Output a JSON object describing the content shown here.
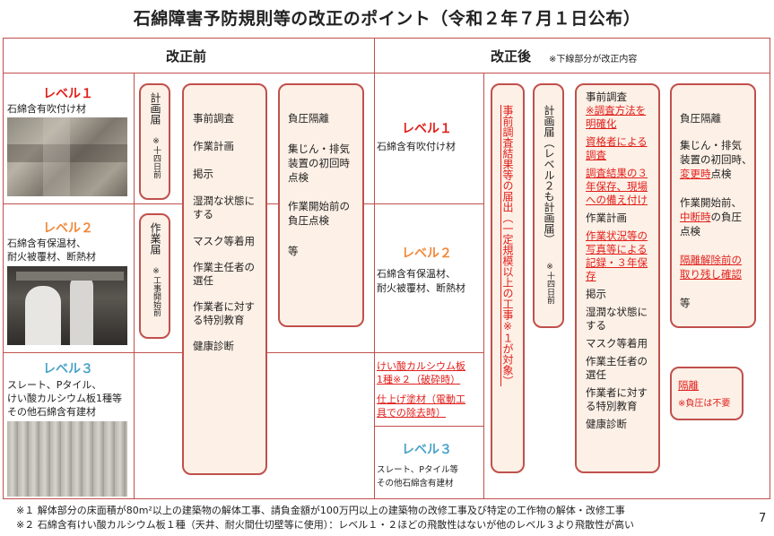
{
  "title": "石綿障害予防規則等の改正のポイント（令和２年７月１日公布）",
  "before": {
    "header": "改正前",
    "levels": [
      {
        "label": "レベル１",
        "color": "#e0201c",
        "materials": [
          "石綿含有吹付け材"
        ]
      },
      {
        "label": "レベル２",
        "color": "#f08a3c",
        "materials": [
          "石綿含有保温材、",
          "耐火被覆材、断熱材"
        ]
      },
      {
        "label": "レベル３",
        "color": "#4aa3c8",
        "materials": [
          "スレート、Pタイル、",
          "けい酸カルシウム板1種等",
          "その他石綿含有建材"
        ]
      }
    ],
    "plan_notice": {
      "title": "計画届",
      "note": "※十四日前"
    },
    "work_notice": {
      "title": "作業届",
      "note": "※工事開始前"
    },
    "measures": [
      "事前調査",
      "作業計画",
      "掲示",
      "湿潤な状態にする",
      "マスク等着用",
      "作業主任者の選任",
      "作業者に対する特別教育",
      "健康診断"
    ],
    "measures_lines": [
      "事前調査",
      "作業計画",
      "掲示",
      "湿潤な状態に",
      "する",
      "マスク等着用",
      "作業主任者の",
      "選任",
      "作業者に対す",
      "る特別教育",
      "健康診断"
    ],
    "isolation": [
      "負圧隔離",
      "集じん・排気",
      "装置の初回時",
      "点検",
      "作業開始前の",
      "負圧点検",
      "等"
    ]
  },
  "after": {
    "header": "改正後",
    "header_note": "※下線部分が改正内容",
    "levels": [
      {
        "label": "レベル１",
        "color": "#e0201c",
        "materials": [
          "石綿含有吹付け材"
        ]
      },
      {
        "label": "レベル２",
        "color": "#f08a3c",
        "materials": [
          "石綿含有保温材、",
          "耐火被覆材、断熱材"
        ]
      },
      {
        "label": "レベル３",
        "color": "#4aa3c8",
        "materials": [
          "スレート、Pタイル等",
          "その他石綿含有建材"
        ]
      }
    ],
    "level3_new": [
      "けい酸カルシウム板",
      "1種※２（破砕時）",
      "仕上げ塗材（電動工",
      "具での除去時）"
    ],
    "survey_report": "事前調査結果等の届出（一定規模以上の工事※１が対象）",
    "plan_notice": {
      "title": "計画届（レベル２も計画届）",
      "note": "※十四日前"
    },
    "measures": [
      {
        "text": "事前調査",
        "red": false
      },
      {
        "text": "※調査方法を",
        "red": true
      },
      {
        "text": "明確化",
        "red": true
      },
      {
        "text": "資格者による",
        "red": true
      },
      {
        "text": "調査",
        "red": true
      },
      {
        "text": "調査結果の３",
        "red": true
      },
      {
        "text": "年保存、現場",
        "red": true
      },
      {
        "text": "への備え付け",
        "red": true
      },
      {
        "text": "作業計画",
        "red": false
      },
      {
        "text": "作業状況等の",
        "red": true
      },
      {
        "text": "写真等による",
        "red": true
      },
      {
        "text": "記録・３年保",
        "red": true
      },
      {
        "text": "存",
        "red": true
      },
      {
        "text": "掲示",
        "red": false
      },
      {
        "text": "湿潤な状態に",
        "red": false
      },
      {
        "text": "する",
        "red": false
      },
      {
        "text": "マスク等着用",
        "red": false
      },
      {
        "text": "作業主任者の",
        "red": false
      },
      {
        "text": "選任",
        "red": false
      },
      {
        "text": "作業者に対す",
        "red": false
      },
      {
        "text": "る特別教育",
        "red": false
      },
      {
        "text": "健康診断",
        "red": false
      }
    ],
    "isolation": [
      {
        "text": "負圧隔離",
        "red": false
      },
      {
        "text": "集じん・排気",
        "red": false
      },
      {
        "text": "装置の初回時、",
        "red": false
      },
      {
        "text": "変更時",
        "red": true,
        "suffix": "点検"
      },
      {
        "text": "作業開始前、",
        "red": false
      },
      {
        "text": "中断時",
        "red": true,
        "suffix": "の負圧"
      },
      {
        "text": "点検",
        "red": false
      },
      {
        "text": "隔離解除前の",
        "red": true
      },
      {
        "text": "取り残し確認",
        "red": true
      },
      {
        "text": "等",
        "red": false
      }
    ],
    "level3_isolation": {
      "title": "隔離",
      "note": "※負圧は不要"
    }
  },
  "footnotes": [
    "※１ 解体部分の床面積が80m²以上の建築物の解体工事、請負金額が100万円以上の建築物の改修工事及び特定の工作物の解体・改修工事",
    "※２ 石綿含有けい酸カルシウム板１種（天井、耐火間仕切壁等に使用）：レベル１・２ほどの飛散性はないが他のレベル３より飛散性が高い"
  ],
  "page_number": "7"
}
